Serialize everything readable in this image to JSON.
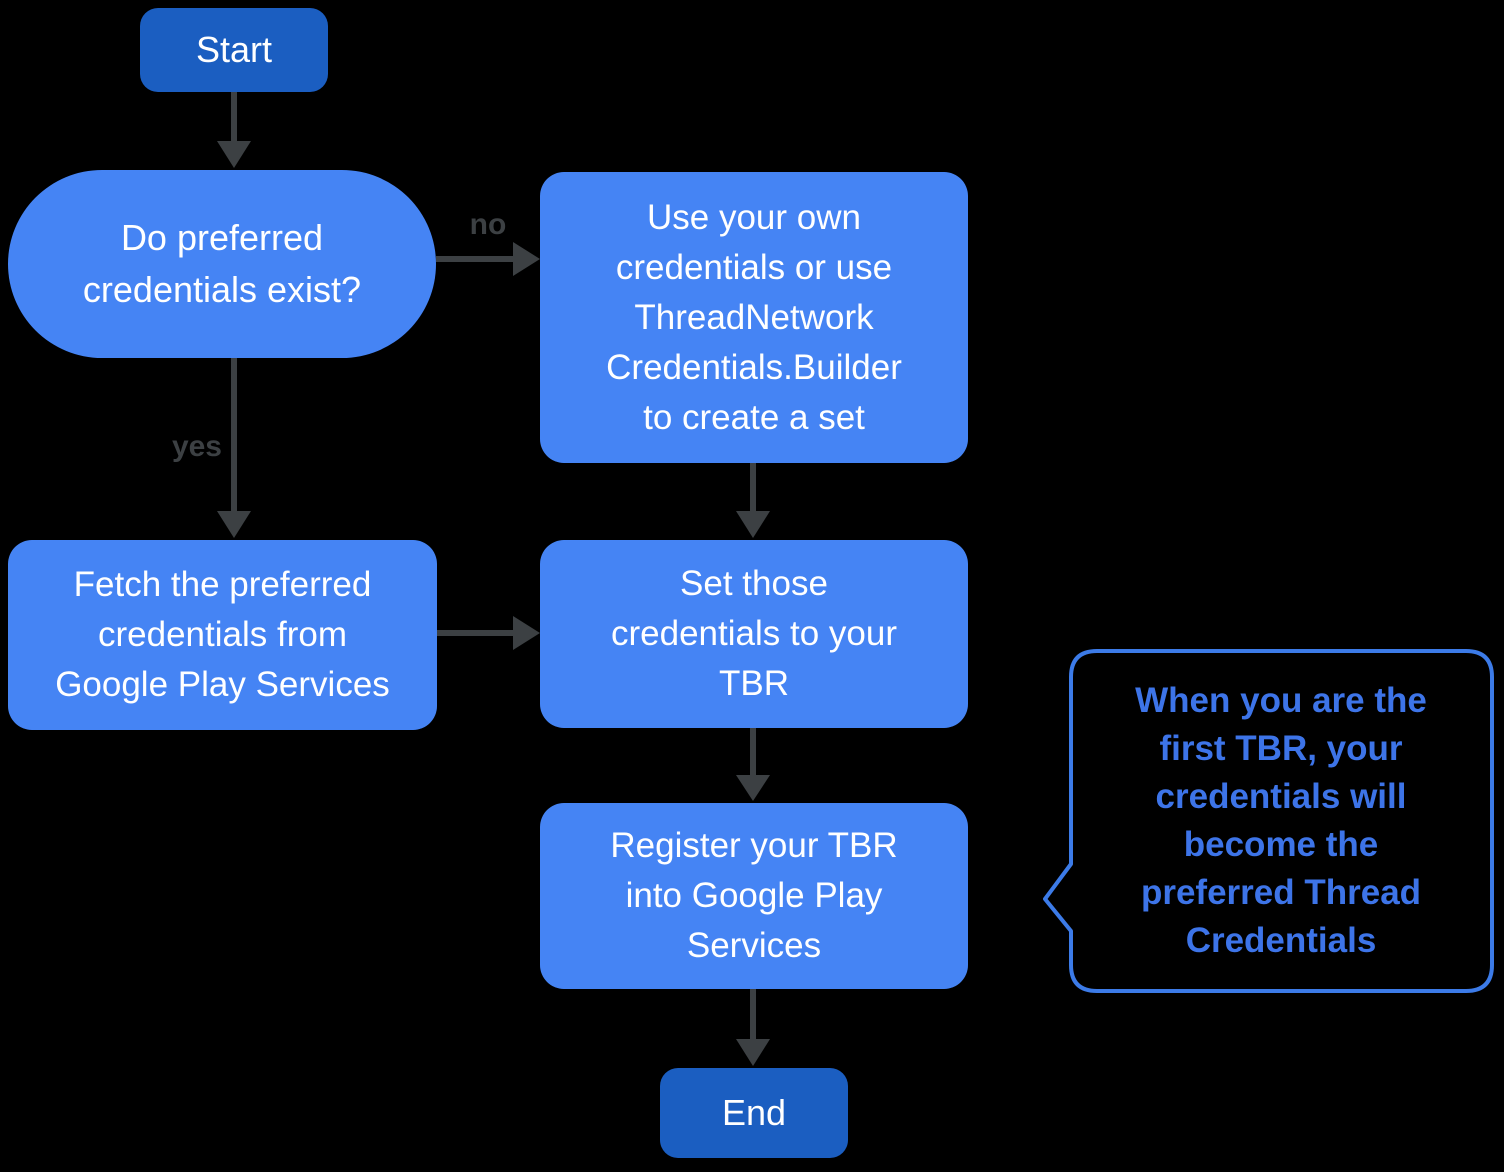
{
  "colors": {
    "background": "#000000",
    "node_fill": "#4584F4",
    "terminal_fill": "#1B5EC1",
    "node_text": "#FFFFFF",
    "arrow": "#3C4043",
    "label_text": "#3C4043",
    "callout_border": "#3C7BE8",
    "callout_text": "#3D74E8"
  },
  "nodes": {
    "start": {
      "label": "Start"
    },
    "decision": {
      "label": "Do preferred\ncredentials exist?"
    },
    "use_own": {
      "label": "Use your own\ncredentials or use\nThreadNetwork\nCredentials.Builder\nto create a set"
    },
    "fetch": {
      "label": "Fetch the preferred\ncredentials from\nGoogle Play Services"
    },
    "set_tbr": {
      "label": "Set those\ncredentials to your\nTBR"
    },
    "register": {
      "label": "Register your TBR\ninto Google Play\nServices"
    },
    "end": {
      "label": "End"
    }
  },
  "edge_labels": {
    "no": "no",
    "yes": "yes"
  },
  "callout": {
    "text": "When you are the\nfirst TBR, your\ncredentials will\nbecome the\npreferred Thread\nCredentials"
  }
}
